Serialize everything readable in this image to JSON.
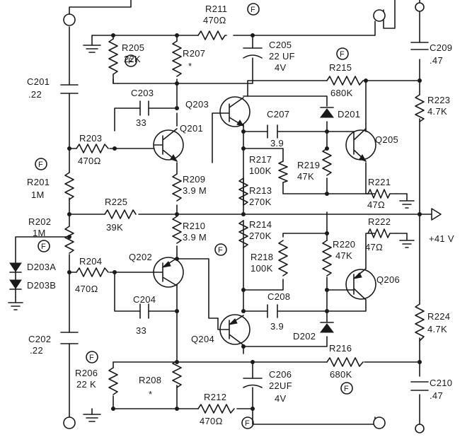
{
  "labels": {
    "R211": "R211",
    "R211v": "470Ω",
    "R205": "R205",
    "R205v": "22K",
    "R207": "R207",
    "R207v": "*",
    "C205": "C205",
    "C205v1": "22 UF",
    "C205v2": "4V",
    "C209": "C209",
    "C209v": ".47",
    "C201": "C201",
    "C201v": ".22",
    "C203": "C203",
    "C203v": "33",
    "Q203": "Q203",
    "C207": "C207",
    "C207v": "3.9",
    "R215": "R215",
    "R215v": "680K",
    "R223": "R223",
    "R223v": "4.7K",
    "D201": "D201",
    "Q201": "Q201",
    "Q205": "Q205",
    "R203": "R203",
    "R203v": "470Ω",
    "R217": "R217",
    "R217v": "100K",
    "R219": "R219",
    "R219v": "47K",
    "R209": "R209",
    "R209v": "3.9 M",
    "R213": "R213",
    "R213v": "270K",
    "R201": "R201",
    "R201v": "1M",
    "R221": "R221",
    "R221v": "47Ω",
    "R225": "R225",
    "R225v": "39K",
    "R202": "R202",
    "R202v": "1M",
    "R210": "R210",
    "R210v": "3.9 M",
    "R214": "R214",
    "R214v": "270K",
    "R222": "R222",
    "R222v": "47Ω",
    "supply": "+41 V",
    "D203A": "D203A",
    "D203B": "D203B",
    "R204": "R204",
    "R204v": "470Ω",
    "Q202": "Q202",
    "R218": "R218",
    "R218v": "100K",
    "R220": "R220",
    "R220v": "47K",
    "Q206": "Q206",
    "C204": "C204",
    "C204v": "33",
    "C208": "C208",
    "C208v": "3.9",
    "R224": "R224",
    "R224v": "4.7K",
    "Q204": "Q204",
    "D202": "D202",
    "C202": "C202",
    "C202v": ".22",
    "R216": "R216",
    "R216v": "680K",
    "R206": "R206",
    "R206v": "22 K",
    "R208": "R208",
    "R208v": "*",
    "C206": "C206",
    "C206v1": "22UF",
    "C206v2": "4V",
    "C210": "C210",
    "C210v": ".47",
    "R212": "R212",
    "R212v": "470Ω",
    "fmark": "F"
  }
}
